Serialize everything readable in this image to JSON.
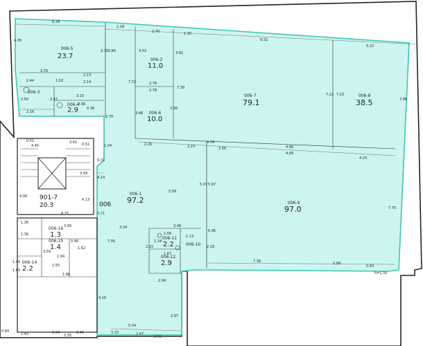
{
  "colors": {
    "floor_fill": "#ccf5ef",
    "floor_stroke": "#3cc7b4",
    "wall": "#222222",
    "text": "#222222"
  },
  "block_label": "006",
  "level_mark": "h=1.50",
  "rooms": [
    {
      "key": "r5",
      "id": "006-5",
      "area": "23.7"
    },
    {
      "key": "r2",
      "id": "006-2",
      "area": "11.0"
    },
    {
      "key": "r3",
      "id": "006-3",
      "area": ""
    },
    {
      "key": "r4",
      "id": "006-4",
      "area": "2.9"
    },
    {
      "key": "r7",
      "id": "006-7",
      "area": "79.1"
    },
    {
      "key": "r8",
      "id": "006-8",
      "area": "38.5"
    },
    {
      "key": "r6",
      "id": "006-6",
      "area": "10.0"
    },
    {
      "key": "r1",
      "id": "006-1",
      "area": "97.2"
    },
    {
      "key": "r9",
      "id": "006-9",
      "area": "97.0"
    },
    {
      "key": "r11",
      "id": "006-11",
      "area": "2.2"
    },
    {
      "key": "r10",
      "id": "006-10",
      "area": ""
    },
    {
      "key": "r12",
      "id": "006-12",
      "area": "2.9"
    },
    {
      "key": "s7",
      "id": "901-7",
      "area": "20.3"
    },
    {
      "key": "s16",
      "id": "006-16",
      "area": "1.3"
    },
    {
      "key": "s15",
      "id": "006-15",
      "area": "1.4"
    },
    {
      "key": "s14",
      "id": "006-14",
      "area": "2.2"
    }
  ],
  "dimensions": [
    "6.28",
    "2.18",
    "2.70",
    "1.20",
    "9.32",
    "5.22",
    "4.05",
    "3.78",
    "3.80",
    "4.02",
    "3.91",
    "3.76",
    "2.44",
    "1.02",
    "2.13",
    "2.14",
    "2.50",
    "2.47",
    "3.15",
    "2.96",
    "0.36",
    "2.16",
    "7.72",
    "2.78",
    "2.78",
    "7.39",
    "7.22",
    "7.22",
    "7.86",
    "3.66",
    "3.36",
    "2.76",
    "2.26",
    "2.23",
    "4.74",
    "2.50",
    "4.66",
    "4.66",
    "4.33",
    "1.04",
    "0.31",
    "4.14",
    "5.58",
    "5.97",
    "5.97",
    "0.36",
    "2.18",
    "7.75",
    "3.34",
    "7.95",
    "3.48",
    "1.56",
    "1.13",
    "1.18",
    "1.67",
    "2.15",
    "7.38",
    "2.99",
    "0.83",
    "2.94",
    "4.16",
    "2.97",
    "5.04",
    "3.33",
    "2.47",
    "2.55",
    "4.45",
    "3.61",
    "0.51",
    "0.51",
    "4.06",
    "4.13",
    "4.75",
    "3.96",
    "1.36",
    "1.36",
    "1.94",
    "1.40",
    "1.65",
    "1.55",
    "1.86",
    "3.59",
    "0.96",
    "1.62",
    "2.42",
    "0.94",
    "2.35",
    "2.41",
    "0.84",
    "0.71",
    "3.09"
  ]
}
